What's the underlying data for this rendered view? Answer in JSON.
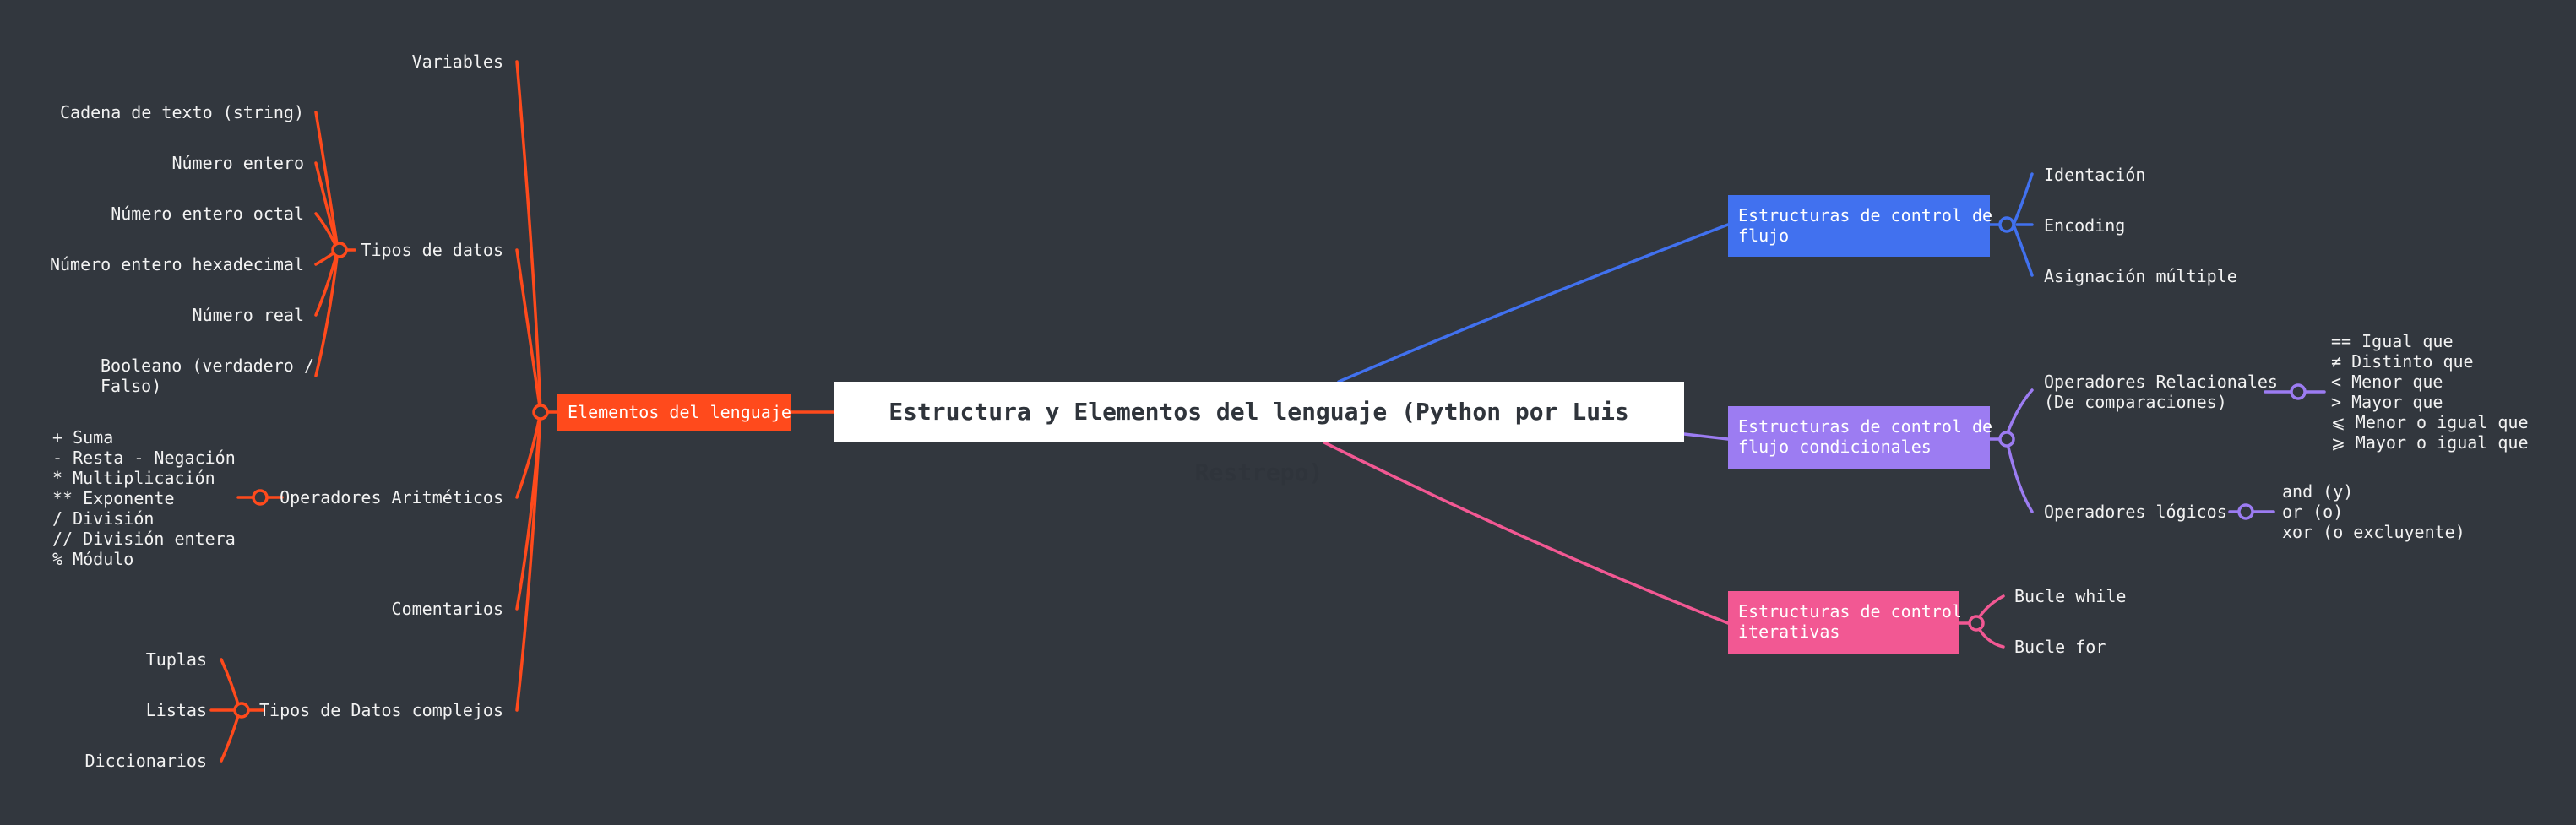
{
  "root": "Estructura y Elementos del lenguaje (Python por Luis Restrepo)",
  "colors": {
    "background": "#32373e",
    "left_branch": "#ff4a1c",
    "flujo": "#4171ef",
    "condicionales": "#9c7cf2",
    "iterativas": "#f25893"
  },
  "left": {
    "main": "Elementos del lenguaje",
    "variables": "Variables",
    "tipos_datos": {
      "label": "Tipos de datos",
      "items": [
        "Cadena de texto (string)",
        "Número entero",
        "Número entero octal",
        "Número entero hexadecimal",
        "Número real",
        "Booleano (verdadero /\nFalso)"
      ]
    },
    "operadores_aritmeticos": {
      "label": "Operadores Aritméticos",
      "detail": "+ Suma\n- Resta - Negación\n* Multiplicación\n** Exponente\n/ División\n// División entera\n% Módulo"
    },
    "comentarios": "Comentarios",
    "tipos_complejos": {
      "label": "Tipos de Datos complejos",
      "items": [
        "Tuplas",
        "Listas",
        "Diccionarios"
      ]
    }
  },
  "right": {
    "flujo": {
      "label": "Estructuras de control de\nflujo",
      "items": [
        "Identación",
        "Encoding",
        "Asignación múltiple"
      ]
    },
    "condicionales": {
      "label": "Estructuras de control de\nflujo condicionales",
      "relacionales": {
        "label": "Operadores Relacionales\n(De comparaciones)",
        "detail": "== Igual que\n≠ Distinto que\n< Menor que\n> Mayor que\n⩽ Menor o igual que\n⩾ Mayor o igual que"
      },
      "logicos": {
        "label": "Operadores lógicos",
        "detail": "and (y)\nor (o)\nxor (o excluyente)"
      }
    },
    "iterativas": {
      "label": "Estructuras de control\niterativas",
      "items": [
        "Bucle while",
        "Bucle for"
      ]
    }
  }
}
